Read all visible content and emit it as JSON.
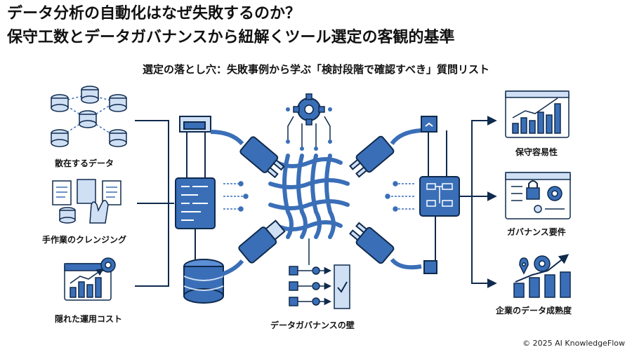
{
  "header": {
    "title_line1": "データ分析の自動化はなぜ失敗するのか？",
    "title_line2": "保守工数とデータガバナンスから紐解くツール選定の客観的基準",
    "subtitle": "選定の落とし穴：失敗事例から学ぶ「検討段階で確認すべき」質問リスト"
  },
  "left_items": [
    {
      "label": "散在するデータ",
      "icon": "database-network-icon"
    },
    {
      "label": "手作業のクレンジング",
      "icon": "manual-documents-icon"
    },
    {
      "label": "隠れた運用コスト",
      "icon": "calendar-chart-icon"
    }
  ],
  "center": {
    "label": "データガバナンスの壁",
    "icons": [
      "gear-icon",
      "mesh-grid-icon",
      "plug-icon",
      "database-stack-icon",
      "checklist-icon",
      "server-panel-icon",
      "flow-panel-icon"
    ]
  },
  "right_items": [
    {
      "label": "保守容易性",
      "icon": "bar-chart-window-icon"
    },
    {
      "label": "ガバナンス要件",
      "icon": "lock-dashboard-icon"
    },
    {
      "label": "企業のデータ成熟度",
      "icon": "growth-chart-icon"
    }
  ],
  "footer": {
    "copyright": "© 2025 AI KnowledgeFlow"
  },
  "colors": {
    "primary": "#3a6fb8",
    "light": "#cfdff4",
    "dark": "#0f2a4d",
    "accent": "#5b8fd6"
  }
}
